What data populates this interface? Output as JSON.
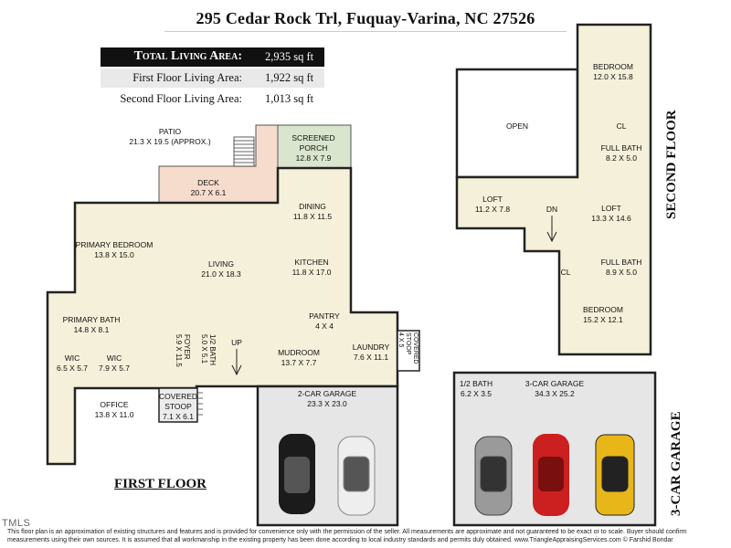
{
  "header": {
    "address": "295 Cedar Rock Trl, Fuquay-Varina, NC 27526"
  },
  "area_table": [
    {
      "label": "Total Living Area:",
      "value": "2,935 sq ft"
    },
    {
      "label": "First Floor Living Area:",
      "value": "1,922 sq ft"
    },
    {
      "label": "Second Floor Living Area:",
      "value": "1,013 sq ft"
    }
  ],
  "first_floor": {
    "title": "FIRST FLOOR",
    "rooms": {
      "patio": {
        "name": "PATIO",
        "dims": "21.3 X 19.5 (APPROX.)"
      },
      "screened_porch": {
        "name": "SCREENED",
        "name2": "PORCH",
        "dims": "12.8 X 7.9"
      },
      "deck": {
        "name": "DECK",
        "dims": "20.7 X 6.1"
      },
      "dining": {
        "name": "DINING",
        "dims": "11.8 X 11.5"
      },
      "primary_bedroom": {
        "name": "PRIMARY BEDROOM",
        "dims": "13.8 X 15.0"
      },
      "living": {
        "name": "LIVING",
        "dims": "21.0 X 18.3"
      },
      "kitchen": {
        "name": "KITCHEN",
        "dims": "11.8 X 17.0"
      },
      "pantry": {
        "name": "PANTRY",
        "dims": "4 X 4"
      },
      "primary_bath": {
        "name": "PRIMARY BATH",
        "dims": "14.8 X 8.1"
      },
      "wic1": {
        "name": "WIC",
        "dims": "6.5 X 5.7"
      },
      "wic2": {
        "name": "WIC",
        "dims": "7.9 X 5.7"
      },
      "foyer": {
        "name": "FOYER",
        "dims": "5.9 X 11.5"
      },
      "half_bath": {
        "name": "1/2 BATH",
        "dims": "5.0 X 5.1"
      },
      "up": "UP",
      "mudroom": {
        "name": "MUDROOM",
        "dims": "13.7 X 7.7"
      },
      "laundry": {
        "name": "LAUNDRY",
        "dims": "7.6 X 11.1"
      },
      "covered_stoop_side": {
        "name": "COVERED",
        "name2": "STOOP",
        "dims": "4 X 5"
      },
      "office": {
        "name": "OFFICE",
        "dims": "13.8 X 11.0"
      },
      "covered_stoop_front": {
        "name": "COVERED",
        "name2": "STOOP",
        "dims": "7.1 X 6.1"
      },
      "garage2": {
        "name": "2-CAR GARAGE",
        "dims": "23.3 X 23.0"
      }
    },
    "colors": {
      "floor": "#f5f0d9",
      "deck": "#f6dccd",
      "porch": "#d9e5cd",
      "garage": "#e6e6e6"
    }
  },
  "second_floor": {
    "title": "SECOND FLOOR",
    "rooms": {
      "open": {
        "name": "OPEN"
      },
      "bedroom1": {
        "name": "BEDROOM",
        "dims": "12.0 X 15.8"
      },
      "cl1": "CL",
      "full_bath1": {
        "name": "FULL BATH",
        "dims": "8.2 X 5.0"
      },
      "loft1": {
        "name": "LOFT",
        "dims": "11.2 X 7.8"
      },
      "dn": "DN",
      "loft2": {
        "name": "LOFT",
        "dims": "13.3 X 14.6"
      },
      "full_bath2": {
        "name": "FULL BATH",
        "dims": "8.9 X 5.0"
      },
      "cl2": "CL",
      "bedroom2": {
        "name": "BEDROOM",
        "dims": "15.2 X 12.1"
      }
    }
  },
  "garage_floor": {
    "title": "3-CAR GARAGE",
    "rooms": {
      "half_bath": {
        "name": "1/2 BATH",
        "dims": "6.2 X 3.5"
      },
      "garage3": {
        "name": "3-CAR GARAGE",
        "dims": "34.3 X 25.2"
      }
    },
    "car_colors": [
      "#1b1b1b",
      "#eeeeee",
      "#9a9a9a",
      "#cc1f1f",
      "#e7b619"
    ]
  },
  "footer": {
    "brand": "TMLS",
    "disclaimer": "This floor plan is an approximation of existing structures and features and is provided for convenience only with the permission of the seller.  All measurements are approximate and not guaranteed to be exact or to scale.  Buyer should confirm measurements using their own sources.  It is assumed that all workmanship in the existing property has been done according to local industry standards and permits duly obtained.        www.TriangleAppraisingServices.com  © Farshid Bondar"
  }
}
